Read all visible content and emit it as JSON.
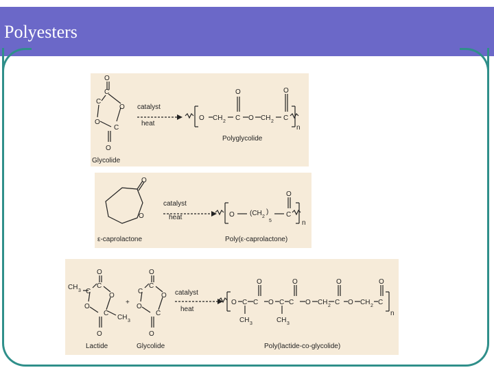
{
  "slide": {
    "title": "Polyesters",
    "accent_color": "#6b68c8",
    "frame_color": "#2f8f8a",
    "panel_color": "#f6ebd9"
  },
  "reactions": [
    {
      "monomer": "Glycolide",
      "condition_top": "catalyst",
      "condition_bottom": "heat",
      "polymer": "Polyglycolide",
      "repeat_subscript": "n"
    },
    {
      "monomer": "ε-caprolactone",
      "condition_top": "catalyst",
      "condition_bottom": "heat",
      "polymer": "Poly(ε-caprolactone)",
      "repeat_subscript": "n",
      "chain_text": "(CH",
      "chain_sub": "2",
      "chain_count": "5"
    },
    {
      "monomer": "Lactide",
      "monomer2": "Glycolide",
      "plus": "+",
      "condition_top": "catalyst",
      "condition_bottom": "heat",
      "polymer": "Poly(lactide-co-glycolide)",
      "repeat_subscript": "n"
    }
  ]
}
